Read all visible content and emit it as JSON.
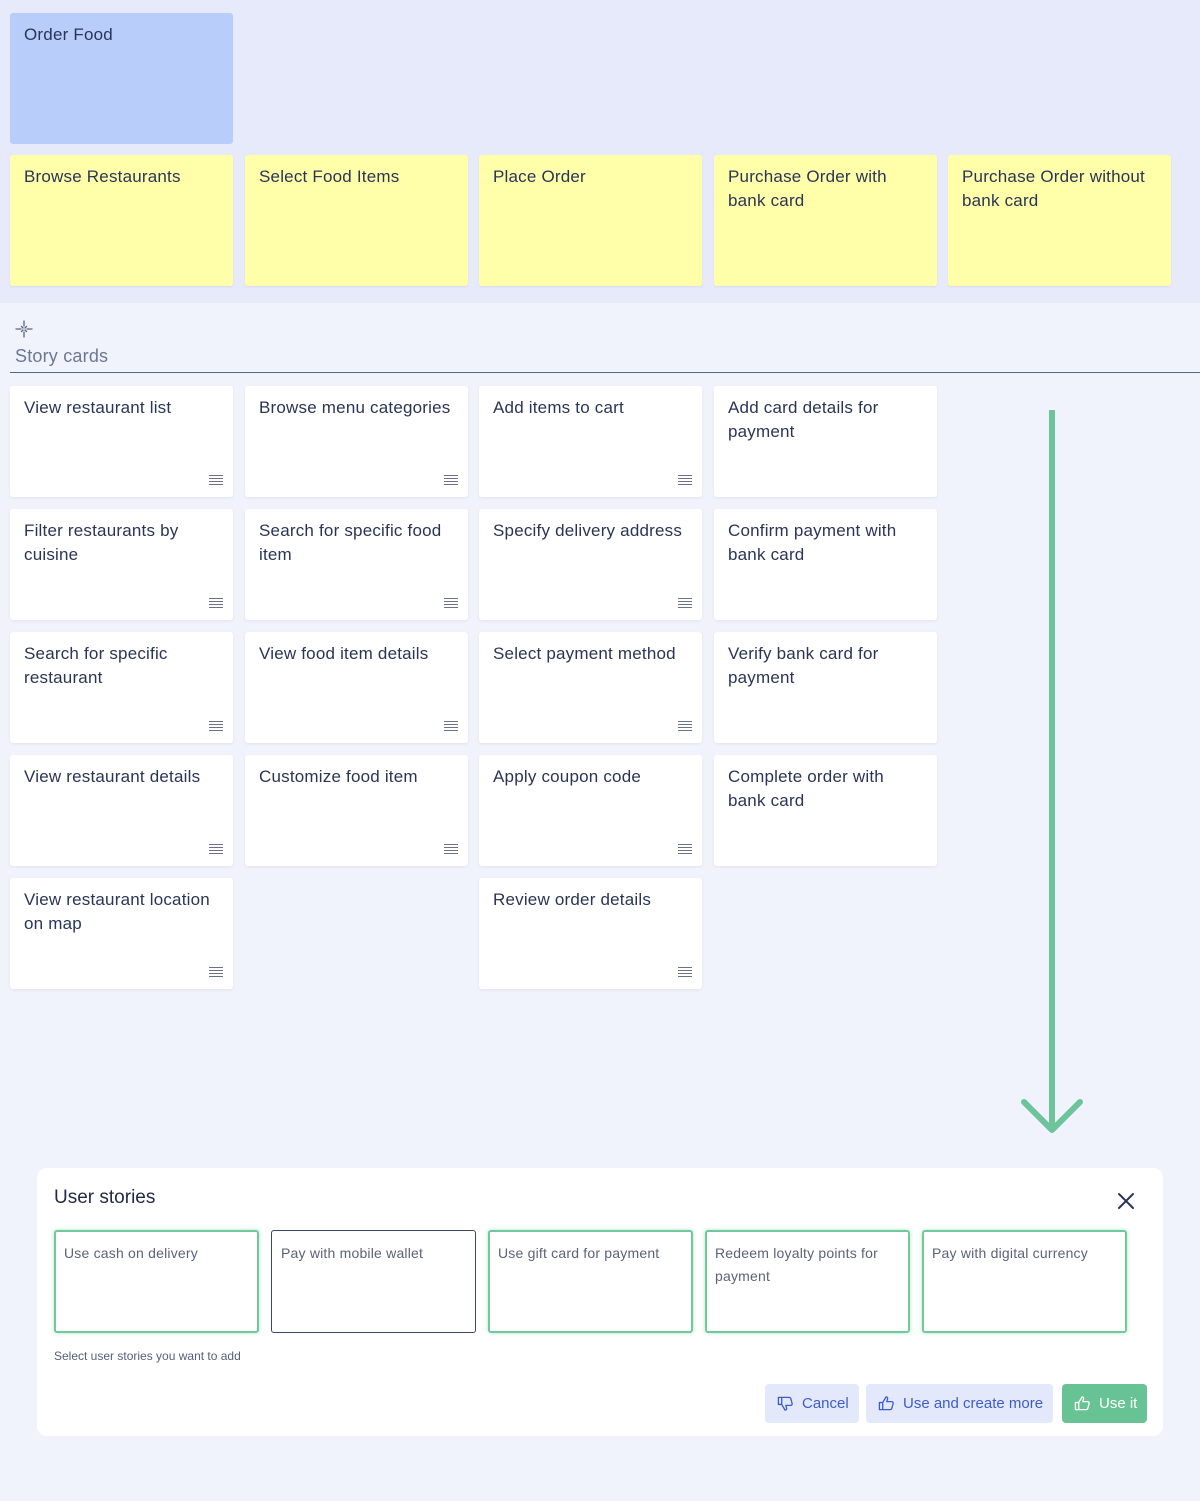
{
  "goal": {
    "label": "Order Food"
  },
  "epics": [
    {
      "label": "Browse Restaurants"
    },
    {
      "label": "Select Food Items"
    },
    {
      "label": "Place Order"
    },
    {
      "label": "Purchase Order with bank card"
    },
    {
      "label": "Purchase Order without bank card"
    }
  ],
  "section": {
    "title": "Story cards"
  },
  "stories": {
    "col1": [
      "View restaurant list",
      "Filter restaurants by cuisine",
      "Search for specific restaurant",
      "View restaurant details",
      "View restaurant location on map"
    ],
    "col2": [
      "Browse menu categories",
      "Search for specific food item",
      "View food item details",
      "Customize food item"
    ],
    "col3": [
      "Add items to cart",
      "Specify delivery address",
      "Select payment method",
      "Apply coupon code",
      "Review order details"
    ],
    "col4": [
      "Add card details for payment",
      "Confirm payment with bank card",
      "Verify bank card for payment",
      "Complete order with bank card"
    ]
  },
  "panel": {
    "title": "User stories",
    "options": [
      {
        "label": "Use cash on delivery",
        "selected": true
      },
      {
        "label": "Pay with mobile wallet",
        "selected": false
      },
      {
        "label": "Use gift card for payment",
        "selected": true
      },
      {
        "label": "Redeem loyalty points for payment",
        "selected": true
      },
      {
        "label": "Pay with digital currency",
        "selected": true
      }
    ],
    "hint": "Select user stories you want to add",
    "buttons": {
      "cancel": "Cancel",
      "use_and_create_more": "Use and create more",
      "use_it": "Use it"
    }
  },
  "colors": {
    "goal": "#b9cdfb",
    "epic": "#feffa8",
    "accent_green": "#67c394",
    "arrow": "#6dc49a"
  }
}
